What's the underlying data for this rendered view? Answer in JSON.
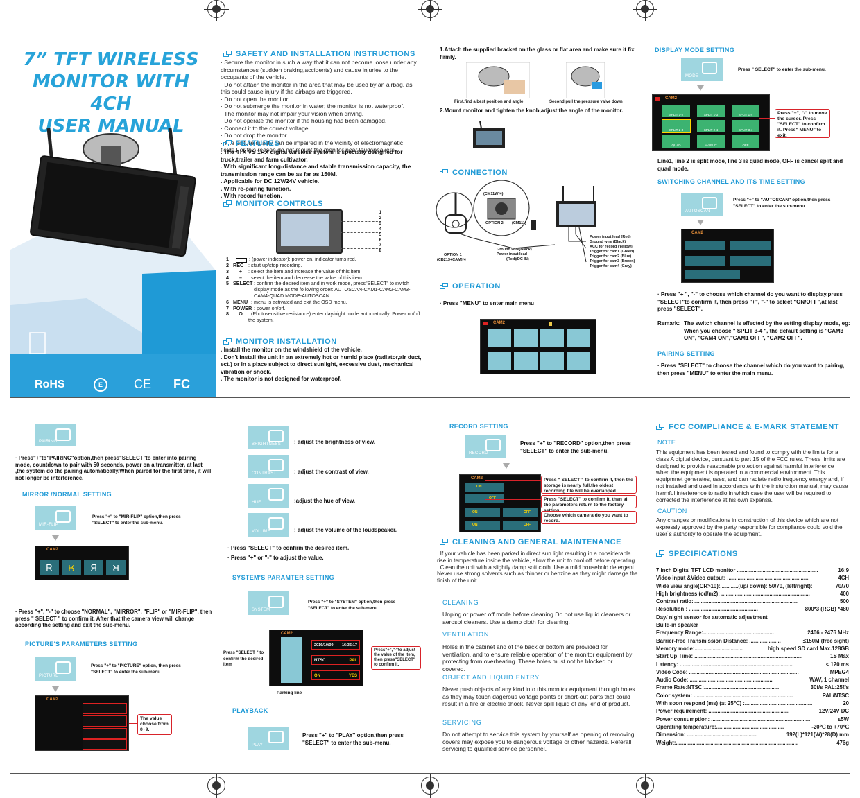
{
  "title": {
    "line1": "7” TFT WIRELESS",
    "line2": "MONITOR WITH 4CH",
    "line3": "USER MANUAL"
  },
  "certs": [
    "RoHS",
    "E",
    "CE",
    "FC"
  ],
  "safety": {
    "heading": "SAFETY AND INSTALLATION INSTRUCTIONS",
    "items": [
      "Secure the monitor in such a way that it can not become loose under any circumstances (sudden braking,accidents) and cause injuries to the occupants of the vehicle.",
      "Do not attach the monitor in the area that may be used by an airbag, as this could cause injury if the airbags are triggered.",
      "Do not open the monitor.",
      "Do not submerge the monitor in water; the monitor is not waterproof.",
      "The monitor may not impair your vision when driving.",
      "Do not operate the monitor if the housing has been damaged.",
      "Connect it to the correct voltage.",
      "Do not drop the monitor.",
      "The picture quality can be impaired in the vicinity of electromagnetic fields.For this reason do not mount the monitor near loudspeakers."
    ]
  },
  "features": {
    "heading": "FEATURES",
    "items": [
      "The 4TX VS 1RX digital wireless system is specially designed for truck,trailer and farm cultivator.",
      "With significant long-distance and stable transmission capacity, the transmission range can be as far as 150M.",
      "Applicable for DC 12V/24V vehicle.",
      "With re-pairing function.",
      "With record function."
    ]
  },
  "controls": {
    "heading": "MONITOR CONTROLS",
    "numbers": [
      "1",
      "2",
      "3",
      "4",
      "5",
      "6",
      "7",
      "8"
    ],
    "items": [
      {
        "n": "1",
        "k": "",
        "t": ": (power indicator): power on, indicator turns red."
      },
      {
        "n": "2",
        "k": "REC",
        "t": ": start up/stop recording."
      },
      {
        "n": "3",
        "k": "+",
        "t": ": select the item and increase the value of this item."
      },
      {
        "n": "4",
        "k": "–",
        "t": ": select the item and decrease the value of this item."
      },
      {
        "n": "5",
        "k": "SELECT",
        "t": ": confirm the desired item and in work mode, press\"SELECT\" to switch display mode as the following order: AUTOSCAN-CAM1-CAM2-CAM3-CAM4-QUAD MODE-AUTOSCAN"
      },
      {
        "n": "6",
        "k": "MENU",
        "t": ": menu is activated and exit the OSD menu."
      },
      {
        "n": "7",
        "k": "POWER",
        "t": ": power on/off."
      },
      {
        "n": "8",
        "k": "O",
        "t": ": (Photosensitive resistance) enter day/night mode automatically. Power on/off the system."
      }
    ]
  },
  "installation": {
    "heading": "MONITOR INSTALLATION",
    "items": [
      "Install the monitor on the windshield of the vehicle.",
      "Don't install the unit in an extremely hot or humid place (radiator,air duct, ect.) or in a place subject to direct sunlight, excessive dust, mechanical vibration or shock.",
      "The monitor is not designed for waterproof."
    ]
  },
  "mount": {
    "step1": "1.Attach the supplied bracket on the glass or flat area and make sure it fix firmly.",
    "cap1": "First,find a best position and angle",
    "cap2": "Second,pull the pressure valve down",
    "step2": "2.Mount monitor and tighten the knob,adjust the angle of the monitor."
  },
  "connection": {
    "heading": "CONNECTION",
    "labels": [
      "(CM11W*4)",
      "OPTION 2",
      "(CM111)",
      "OPTION 1",
      "(CB213+CAM)*4",
      "Ground wire(Black)",
      "Power input lead",
      "(Red)(DC IN)"
    ],
    "wires": [
      "Power input lead (Red)",
      "Ground wire (Black)",
      "ACC for record (Yellow)",
      "Trigger for cam1 (Green)",
      "Trigger for cam2 (Blue)",
      "Trigger for cam3 (Brown)",
      "Trigger for cam4 (Gray)"
    ]
  },
  "operation": {
    "heading": "OPERATION",
    "text": "Press \"MENU\" to enter main menu",
    "cam": "CAM2"
  },
  "display_mode": {
    "heading": "DISPLAY MODE SETTING",
    "tile": "MODE",
    "hint": "Press \" SELECT\" to enter the sub-menu.",
    "callout": "Press \"+\", \"-\" to move the cursor. Press \"SELECT\" to confirm it. Press\" MENU\" to exit.",
    "note": "Line1, line 2 is split mode, line 3 is quad mode, OFF is cancel split and quad mode.",
    "cam": "CAM2",
    "modes": [
      "SPLIT 1-2",
      "SPLIT 1-3",
      "SPLIT 1-4",
      "SPLIT 2-3",
      "SPLIT 2-4",
      "SPLIT 3-4",
      "QUAD",
      "H-SPLIT",
      "OFF"
    ]
  },
  "switching": {
    "heading": "SWITCHING CHANNEL AND ITS TIME SETTING",
    "tile": "AUTOSCAN",
    "hint": "Press \"+\" to \"AUTOSCAN\" option,then press \"SELECT\" to enter the sub-menu.",
    "cam": "CAM2",
    "text": "Press \"+ \", \"-\" to choose which channel do you want to display,press \"SELECT\"to confirm it, then press \"+\", \"-\" to select \"ON/OFF\",at last press \"SELECT\".",
    "remark_label": "Remark:",
    "remark": "The switch channel is effected by the setting display mode, eg: When you choose \" SPLIT 3-4 \", the default setting is \"CAM3 ON\", \"CAM4 ON\",\"CAM1 OFF\", \"CAM2 OFF\"."
  },
  "pairing": {
    "heading": "PAIRING SETTING",
    "text": "Press \"SELECT\" to choose the channel which do you want to pairing, then press \"MENU\" to enter the main menu.",
    "tile": "PAIRING",
    "text2": "Press\"+\"to\"PAIRING\"option,then press\"SELECT\"to enter into pairing mode, countdown to pair with 50 seconds, power on a transmitter, at last ,the system do the pairing automatically.When paired for the first time, it will not longer be interference."
  },
  "mirror": {
    "heading": "MIRROR /NORMAL SETTING",
    "tile": "MIR-FLIP",
    "hint": "Press \"+\" to \"MIR-FLIP\" option,then press \"SELECT\" to enter the sub-menu.",
    "cam": "CAM2",
    "text": "Press \"+\", \"-\" to choose \"NORMAL\", \"MIRROR\", \"FLIP\" or \"MIR-FLIP\", then press \" SELECT \" to confirm it. After that the camera view will change according the setting and exit the sub-menu."
  },
  "picture": {
    "heading": "PICTURE'S PARAMETERS SETTING",
    "tile": "PICTURE",
    "hint": "Press \"+\" to \"PICTURE\" option, then press \"SELECT\" to enter the sub-menu.",
    "cam": "CAM2",
    "callout": "The value choose from 0~9."
  },
  "adjust": {
    "items": [
      {
        "tile": "BRIGHTNESS",
        "text": ": adjust the brightness of view."
      },
      {
        "tile": "CONTRAST",
        "text": ": adjust the contrast of view."
      },
      {
        "tile": "HUE",
        "text": ":adjust the hue of view."
      },
      {
        "tile": "VOLUME",
        "text": ": adjust the volume of the loudspeaker."
      }
    ],
    "b1": "Press \"SELECT\" to confirm the desired item.",
    "b2": "Press \"+\" or \"-\" to adjust the value."
  },
  "system": {
    "heading": "SYSTEM'S PARAMTER SETTING",
    "tile": "SYSTEM",
    "hint": "Press \"+\" to \"SYSTEM\" option,then press \"SELECT\" to enter the sub-menu.",
    "left_callout": "Press \"SELECT \" to confirm the desired item",
    "right_callout": "Press\"+\",\"-\"to adjust the value of the item, then press\"SELECT\" to confirm it.",
    "parking": "Parking line",
    "cam": "CAM2",
    "date": "2016/10/09",
    "time": "16:35:17",
    "ntsc": "NTSC",
    "pal": "PAL",
    "on": "ON",
    "yes": "YES"
  },
  "playback": {
    "heading": "PLAYBACK",
    "tile": "PLAY",
    "hint": "Press \"+\" to \"PLAY\" option,then press \"SELECT\" to enter the sub-menu."
  },
  "record": {
    "heading": "RECORD SETTING",
    "tile": "RECORD",
    "hint": "Press \"+\" to \"RECORD\" option,then press \"SELECT\" to enter the sub-menu.",
    "cam": "CAM2",
    "c1": "Press \" SELECT \" to confirm it, then the storage is nearly full,the oldest recording file will be overlapped.",
    "c2": "Press \"SELECT\" to confirm it, then all the parameters return to the factory setting.",
    "c3": "Choose which camera do you want to record.",
    "on": "ON",
    "off": "OFF"
  },
  "cleaning": {
    "heading": "CLEANING AND GENERAL MAINTENANCE",
    "intro": [
      "If your vehicle has been parked in direct sun light resulting in a considerable rise in temperature inside the vehicle, allow the unit to cool off before operating.",
      "Clean the unit with a slightly damp soft cloth. Use a mild household detergent. Never use strong solvents such as thinner or benzine as they might damage the finish of the unit."
    ],
    "sections": [
      {
        "h": "CLEANING",
        "t": "Unping or power off mode before cleaning.Do not use liquid cleaners or aerosol cleaners. Use a damp cloth for cleaning."
      },
      {
        "h": "VENTILATION",
        "t": "Holes in the cabinet and of the back or bottom are provided for ventilation, and to ensure reliable operation of the monitor equipment by protecting from overheating. These holes must not be blocked or covered."
      },
      {
        "h": "OBJECT AND LIQUID ENTRY",
        "t": "Never push objects of any kind into this monitor equipment through holes as they may touch dagerous voltage points or short-out parts that could result in a fire or electric shock. Never spill liquid of any kind of product."
      },
      {
        "h": "SERVICING",
        "t": "Do not attempt to service this system by yourself as opening of removing covers may expose you to dangerous voltage or other hazards. Referall servicing to qualified service personnel."
      }
    ]
  },
  "fcc": {
    "heading": "FCC COMPLIANCE & E-MARK STATEMENT",
    "note_h": "NOTE",
    "note": "This equipment has been tested and found to comply with the limits for a class A digital device, pursuant to part 15 of the FCC rules. These limits are designed to provide reasonable protection against harmful interference when the equipment is operated in a commercial environment. This equipmnet generates, uses, and can radiate radio frequency energy and, if not installed and used In accordance with the insturction manual, may cause harmful interference to radio in which case the user will be required to corrected the interference at his own expense.",
    "caution_h": "CAUTION",
    "caution": "Any changes or modifications in construction of this device which are not expressly approved by the party responsible for compliance could void the user`s authority to operate the equipment."
  },
  "specs": {
    "heading": "SPECIFICATIONS",
    "rows": [
      {
        "k": "7 inch Digital TFT LCD monitor ......................................................",
        "v": "16:9"
      },
      {
        "k": "Video input &Video output: .......................................................",
        "v": "4CH"
      },
      {
        "k": "Wide view angle(CR>10):............(up/ down): 50/70, (left/right):",
        "v": "70/70"
      },
      {
        "k": "High brightness (cd/m2): ...........................................................",
        "v": "400"
      },
      {
        "k": "Contrast ratio:......................................................................",
        "v": "500"
      },
      {
        "k": "Resolution : ..............................................",
        "v": "800*3 (RGB) *480"
      },
      {
        "k": "Day/ night sensor for automatic adjustment",
        "v": ""
      },
      {
        "k": "Build-in speaker",
        "v": ""
      },
      {
        "k": "Frequency Range:...............................................",
        "v": "2406 - 2476 MHz"
      },
      {
        "k": "Barrier-free Transmission Distance: .....................",
        "v": "≤150M (free sight)"
      },
      {
        "k": "Memory mode:................................",
        "v": "high speed SD card Max.128GB"
      },
      {
        "k": "Start Up Time: ........................................................................",
        "v": "1S Max"
      },
      {
        "k": "Latency: ...........................................................................",
        "v": "< 120 ms"
      },
      {
        "k": "Video Code: .........................................................................",
        "v": "MPEG4"
      },
      {
        "k": "Audio Code: .......................................................",
        "v": "WAV, 1 channel"
      },
      {
        "k": "Frame Rate:NTSC:..................................................",
        "v": "30f/s PAL:25f/s"
      },
      {
        "k": "Color system: ..................................................................",
        "v": "PAL/NTSC"
      },
      {
        "k": "With soon respond (ms) (at 25℃) :.............................................",
        "v": "20"
      },
      {
        "k": "Power requirement: ......................................................",
        "v": "12V/24V DC"
      },
      {
        "k": "Power consumption: ..................................................................",
        "v": "≤5W"
      },
      {
        "k": "Operating temperature:.............................................",
        "v": "-20℃ to +70℃"
      },
      {
        "k": "Dimension: ...............................................",
        "v": "192(L)*121(W)*28(D) mm"
      },
      {
        "k": "Weight:.................................................................................",
        "v": "476g"
      }
    ]
  }
}
